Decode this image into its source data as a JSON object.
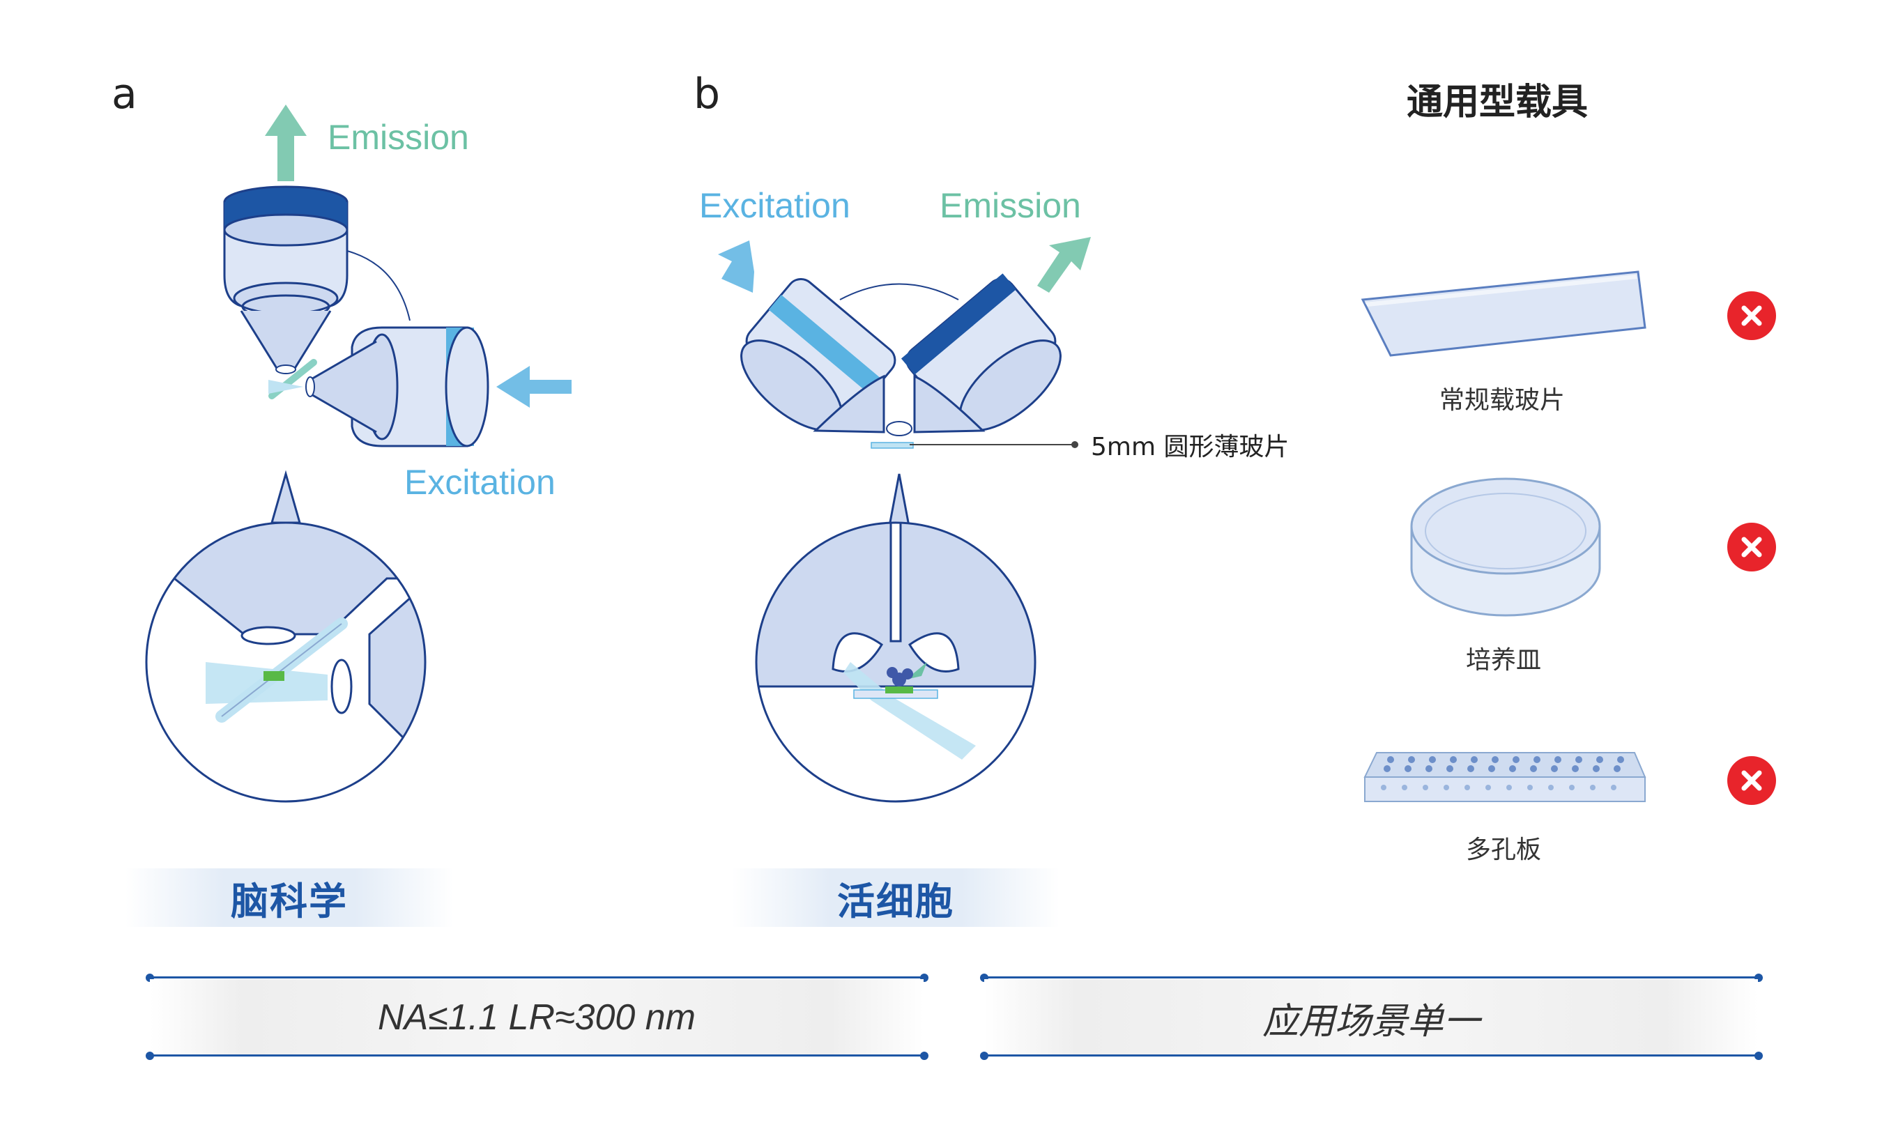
{
  "panel_a": {
    "letter": "a",
    "emission_label": "Emission",
    "excitation_label": "Excitation",
    "category": "脑科学"
  },
  "panel_b": {
    "letter": "b",
    "excitation_label": "Excitation",
    "emission_label": "Emission",
    "coverslip_label": "5mm 圆形薄玻片",
    "category": "活细胞"
  },
  "carriers": {
    "title": "通用型载具",
    "items": [
      {
        "name": "常规载玻片",
        "supported": false
      },
      {
        "name": "培养皿",
        "supported": false
      },
      {
        "name": "多孔板",
        "supported": false
      }
    ]
  },
  "bottom": {
    "left_spec": "NA≤1.1  LR≈300 nm",
    "right_spec": "应用场景单一"
  },
  "colors": {
    "dark_blue": "#1d56a5",
    "light_blue_fill": "#cdd9f0",
    "excitation": "#5ab3e2",
    "emission": "#6cc1a4",
    "cross_red": "#e8242b"
  }
}
